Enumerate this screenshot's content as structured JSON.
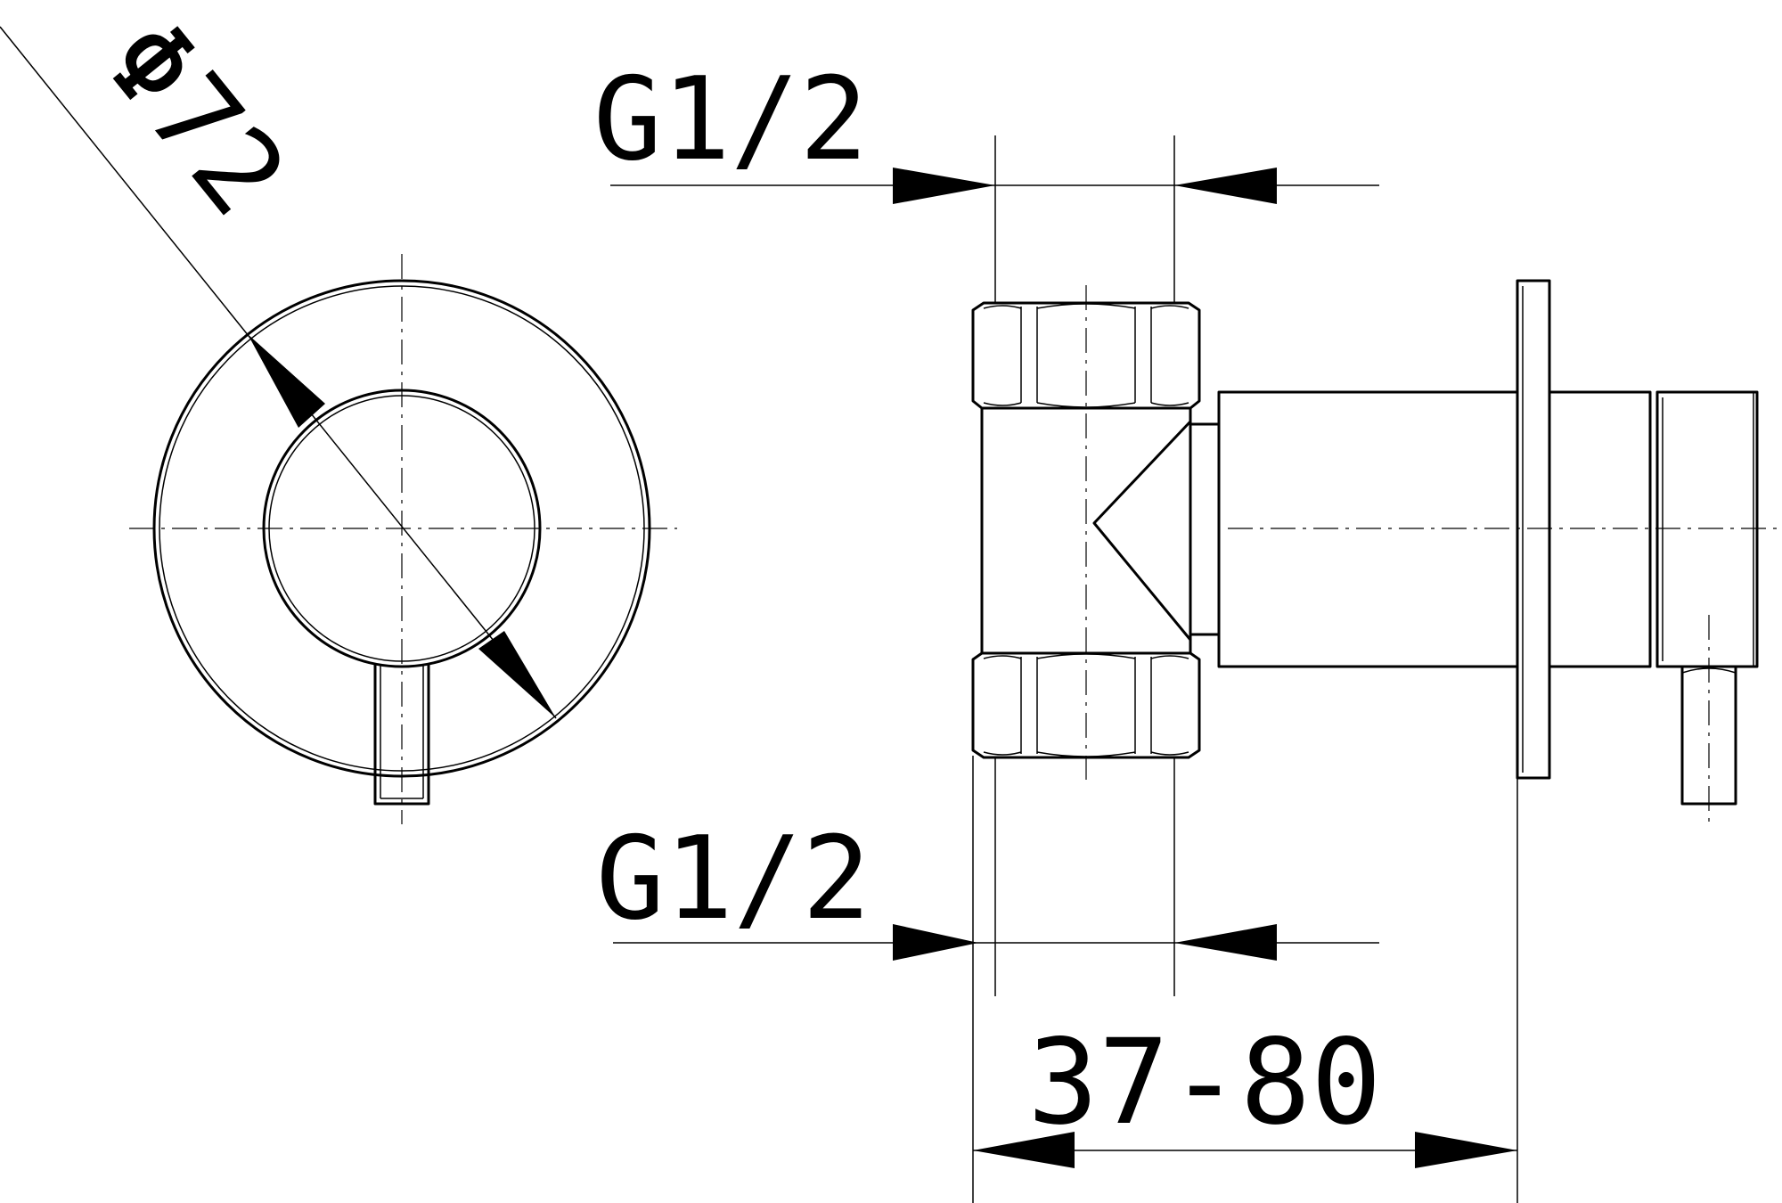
{
  "labels": {
    "diameter": "Φ72",
    "thread_top": "G1/2",
    "thread_bottom": "G1/2",
    "wall_depth": "37-80"
  }
}
